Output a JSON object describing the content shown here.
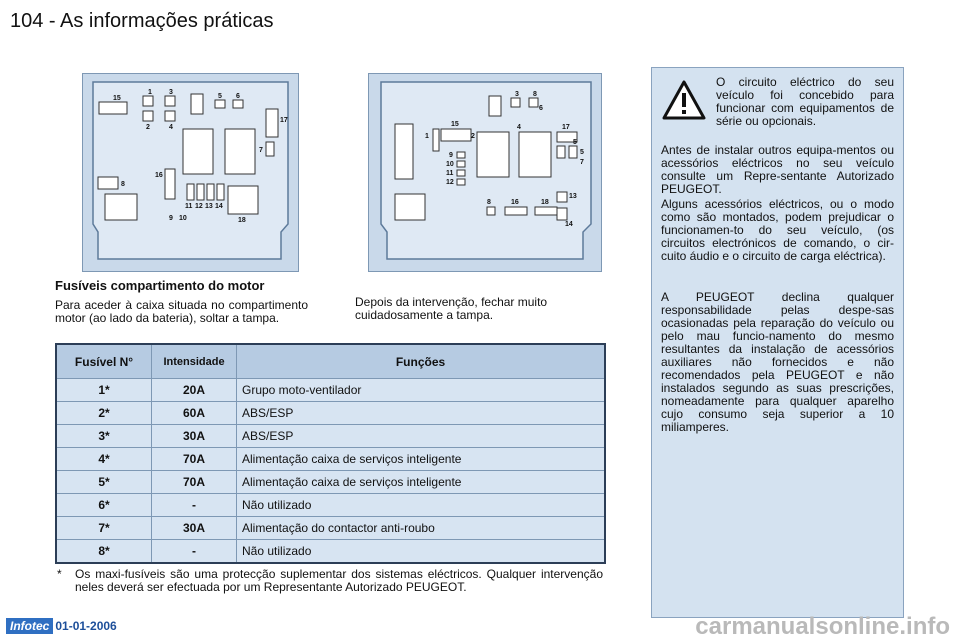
{
  "header": {
    "title": "104 - As informações práticas"
  },
  "diagram1": {
    "labels": [
      "1",
      "3",
      "15",
      "2",
      "4",
      "5",
      "6",
      "17",
      "7",
      "16",
      "8",
      "11",
      "12",
      "13",
      "14",
      "9",
      "10",
      "18"
    ]
  },
  "diagram2": {
    "labels": [
      "3",
      "8",
      "15",
      "1",
      "2",
      "9",
      "10",
      "11",
      "12",
      "4",
      "17",
      "5",
      "7",
      "13",
      "8",
      "16",
      "18",
      "14",
      "5",
      "6"
    ]
  },
  "section": {
    "title": "Fusíveis compartimento do motor",
    "intro": "Para aceder à caixa situada no compartimento motor (ao lado da bateria), soltar a tampa.",
    "after": "Depois da intervenção, fechar muito cuidadosamente a tampa."
  },
  "table": {
    "headers": [
      "Fusível N°",
      "Intensidade",
      "Funções"
    ],
    "rows": [
      {
        "n": "1*",
        "i": "20A",
        "f": "Grupo moto-ventilador"
      },
      {
        "n": "2*",
        "i": "60A",
        "f": "ABS/ESP"
      },
      {
        "n": "3*",
        "i": "30A",
        "f": "ABS/ESP"
      },
      {
        "n": "4*",
        "i": "70A",
        "f": "Alimentação caixa de serviços inteligente"
      },
      {
        "n": "5*",
        "i": "70A",
        "f": "Alimentação caixa de serviços inteligente"
      },
      {
        "n": "6*",
        "i": "-",
        "f": "Não utilizado"
      },
      {
        "n": "7*",
        "i": "30A",
        "f": "Alimentação do contactor anti-roubo"
      },
      {
        "n": "8*",
        "i": "-",
        "f": "Não utilizado"
      }
    ]
  },
  "footnote": {
    "star": "*",
    "text": "Os maxi-fusíveis são uma protecção suplementar dos sistemas eléctricos. Qualquer intervenção neles deverá ser efectuada por um Representante Autorizado PEUGEOT."
  },
  "warning": {
    "icon": "warning-triangle-icon",
    "p1": "O circuito eléctrico do seu veículo foi concebido para funcionar com equipamentos de série ou opcionais.",
    "p2": "Antes de instalar outros equipa-mentos ou acessórios eléctricos no seu veículo consulte um Repre-sentante Autorizado PEUGEOT.",
    "p3": "Alguns acessórios eléctricos, ou o modo como são montados, podem prejudicar o funcionamen-to do seu veículo, (os circuitos electrónicos de comando, o cir-cuito áudio e o circuito de carga eléctrica).",
    "p4": "A PEUGEOT declina qualquer responsabilidade pelas despe-sas ocasionadas pela reparação do veículo ou pelo mau funcio-namento do mesmo resultantes da instalação de acessórios auxiliares não fornecidos e não recomendados pela PEUGEOT e não instalados segundo as suas prescrições, nomeadamente para qualquer aparelho cujo consumo seja superior a 10 miliamperes."
  },
  "footer": {
    "logo": "Infotec",
    "date": "01-01-2006",
    "watermark": "carmanualsonline.info"
  },
  "colors": {
    "panel": "#d4e2f0",
    "table_bg": "#d7e4f2",
    "table_head": "#b6cbe2",
    "border": "#2c3e57"
  }
}
